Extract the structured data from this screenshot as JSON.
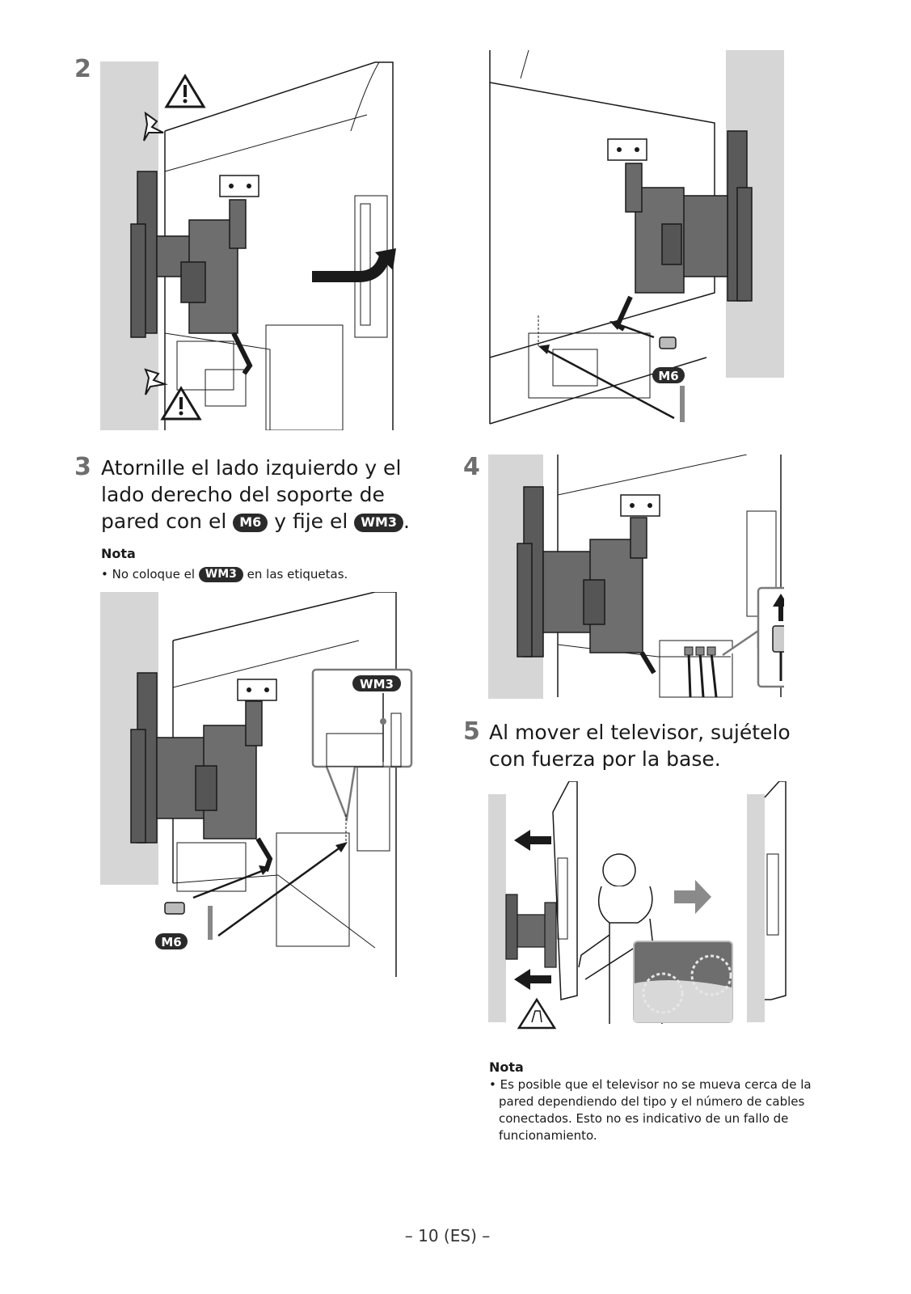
{
  "step2": {
    "number": "2"
  },
  "step3": {
    "number": "3",
    "text_line1": "Atornille el lado izquierdo y el",
    "text_line2": "lado derecho del soporte de",
    "text_line3_a": "pared con el",
    "badge_m6": "M6",
    "text_line3_b": "y fije el",
    "badge_wm3": "WM3",
    "text_line3_c": ".",
    "nota_heading": "Nota",
    "nota_text_a": "No coloque el",
    "nota_badge": "WM3",
    "nota_text_b": "en las etiquetas."
  },
  "step4": {
    "number": "4"
  },
  "step5": {
    "number": "5",
    "text_line1": "Al mover el televisor, sujételo",
    "text_line2": "con fuerza por la base."
  },
  "figure_labels": {
    "m6": "M6",
    "wm3": "WM3"
  },
  "nota_bottom": {
    "heading": "Nota",
    "line1": "Es posible que el televisor no se mueva cerca de la",
    "line2": "pared dependiendo del tipo y el número de cables",
    "line3": "conectados. Esto no es indicativo de un fallo de",
    "line4": "funcionamiento."
  },
  "footer": {
    "page_number": "– 10 (ES) –"
  },
  "icons": [
    "warning-triangle-icon",
    "impact-burst-icon",
    "curved-arrow-icon",
    "straight-arrow-icon",
    "up-arrow-icon",
    "pinch-hazard-icon"
  ]
}
